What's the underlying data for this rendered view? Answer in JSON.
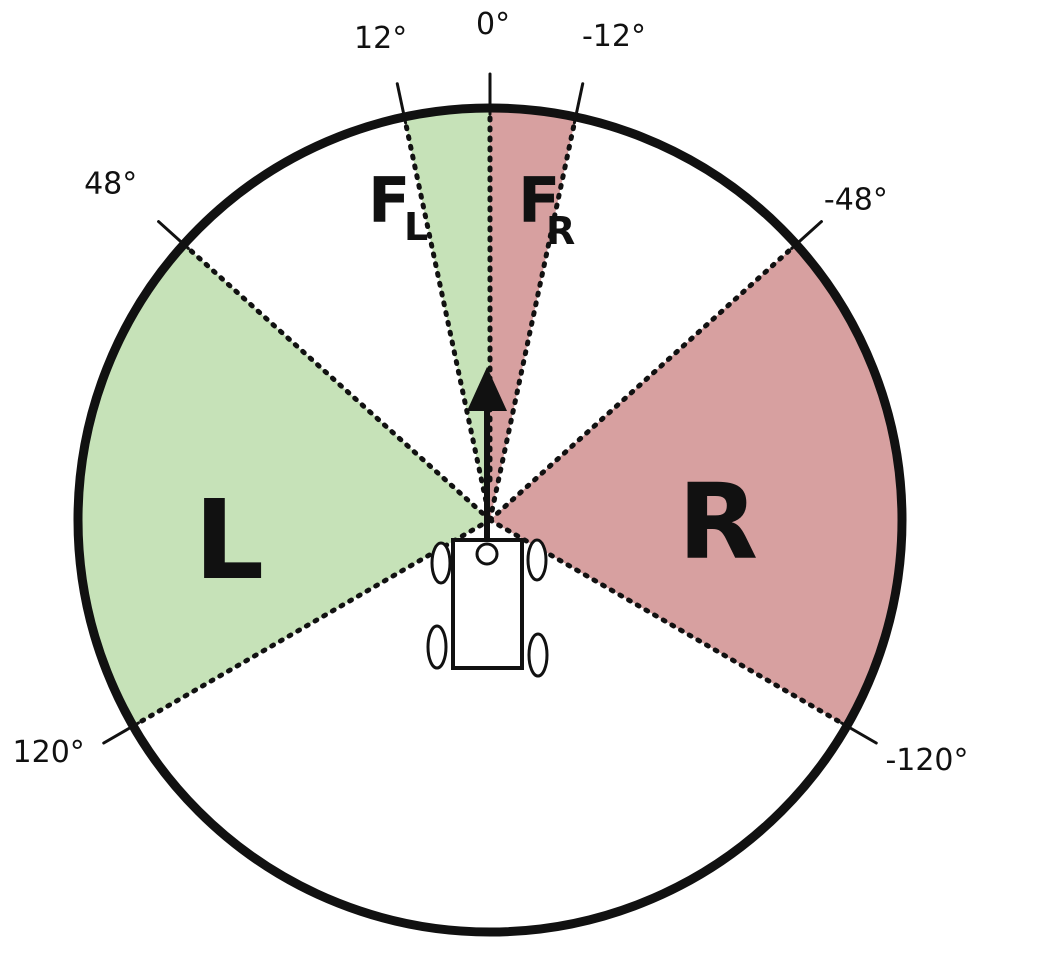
{
  "colors": {
    "left_zone": "#c6e2b8",
    "right_zone": "#d7a0a0",
    "outline": "#111111",
    "background": "#ffffff"
  },
  "zones": {
    "front_left": {
      "letter": "F",
      "subscript": "L",
      "from_deg": 0,
      "to_deg": 12
    },
    "front_right": {
      "letter": "F",
      "subscript": "R",
      "from_deg": -12,
      "to_deg": 0
    },
    "left": {
      "label": "L",
      "from_deg": 48,
      "to_deg": 120
    },
    "right": {
      "label": "R",
      "from_deg": -120,
      "to_deg": -48
    }
  },
  "angles": {
    "a0": {
      "deg": 0,
      "label": "0°"
    },
    "a12": {
      "deg": 12,
      "label": "12°"
    },
    "an12": {
      "deg": -12,
      "label": "-12°"
    },
    "a48": {
      "deg": 48,
      "label": "48°"
    },
    "an48": {
      "deg": -48,
      "label": "-48°"
    },
    "a120": {
      "deg": 120,
      "label": "120°"
    },
    "an120": {
      "deg": -120,
      "label": "-120°"
    }
  },
  "icons": {
    "robot": "robot-car-icon",
    "heading": "heading-arrow-icon"
  }
}
